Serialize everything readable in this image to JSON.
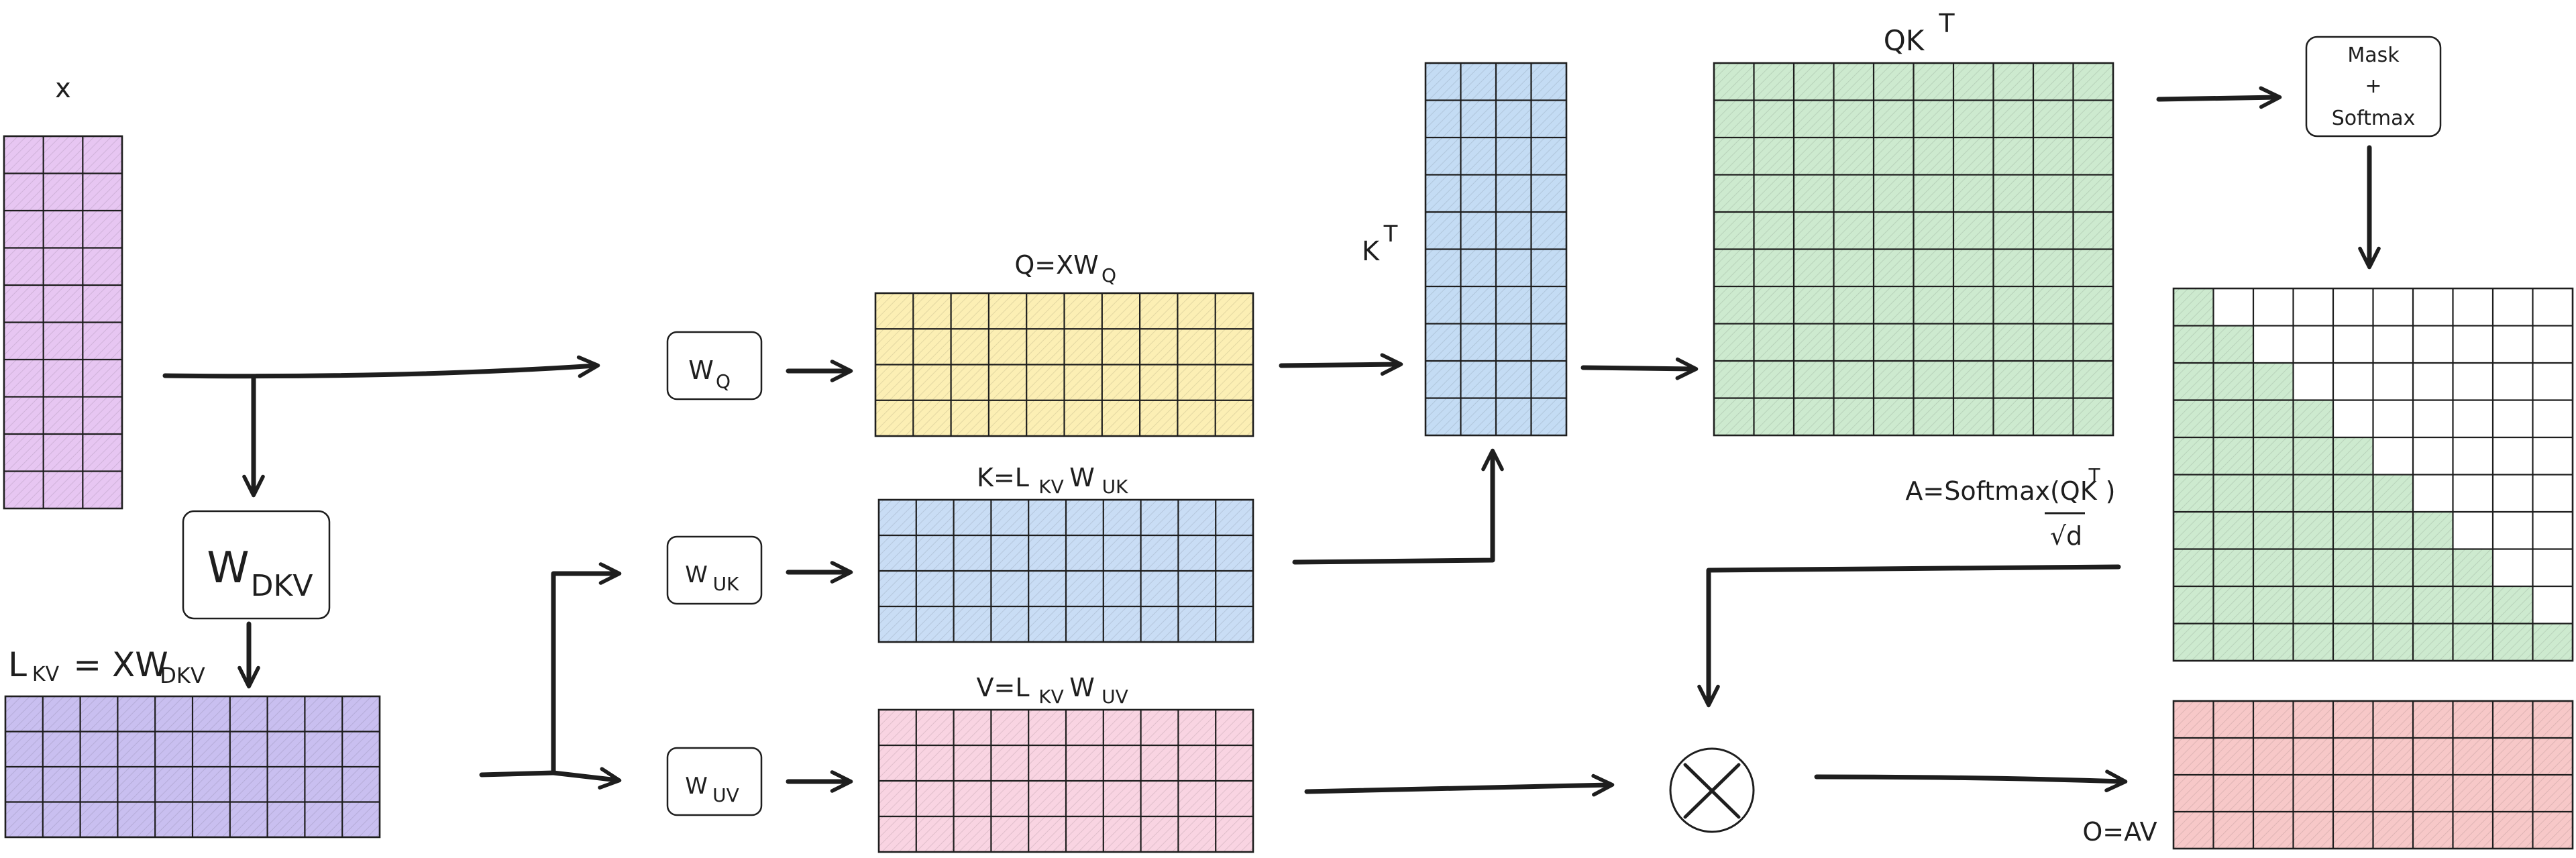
{
  "labels": {
    "x": "x",
    "q": "Q=XW",
    "q_sub": "Q",
    "k": "K=L",
    "k_sub1": "KV",
    "k_mid": "W",
    "k_sub2": "UK",
    "v": "V=L",
    "v_sub1": "KV",
    "v_mid": "W",
    "v_sub2": "UV",
    "kt": "K",
    "kt_sup": "T",
    "qkt": "QK",
    "qkt_sup": "T",
    "lkv_main": "L",
    "lkv_sub": "KV",
    "lkv_eq": "= XW",
    "lkv_sub2": "DKV",
    "a_formula": "A=Softmax(QK",
    "a_sup": "T",
    "a_close": ")",
    "a_denom": "√d",
    "o": "O=AV"
  },
  "boxes": {
    "wq": "W",
    "wq_sub": "Q",
    "wuk": "W",
    "wuk_sub": "UK",
    "wuv": "W",
    "wuv_sub": "UV",
    "wdkv": "W",
    "wdkv_sub": "DKV",
    "mask_line1": "Mask",
    "mask_line2": "+",
    "mask_line3": "Softmax"
  },
  "matrices": {
    "x": {
      "rows": 10,
      "cols": 3,
      "fill": "#e7c6f2"
    },
    "lkv": {
      "rows": 4,
      "cols": 10,
      "fill": "#c9bff0"
    },
    "q": {
      "rows": 4,
      "cols": 10,
      "fill": "#fcefb4"
    },
    "k": {
      "rows": 4,
      "cols": 10,
      "fill": "#c9ddf5"
    },
    "v": {
      "rows": 4,
      "cols": 10,
      "fill": "#f9d4e2"
    },
    "kt": {
      "rows": 10,
      "cols": 4,
      "fill": "#c4dcf4"
    },
    "qkt": {
      "rows": 10,
      "cols": 10,
      "fill": "#cdeacf"
    },
    "masked": {
      "rows": 10,
      "cols": 10,
      "fill": "#cdeacf",
      "empty_fill": "#ffffff"
    },
    "o": {
      "rows": 4,
      "cols": 10,
      "fill": "#f7c8c8"
    }
  }
}
